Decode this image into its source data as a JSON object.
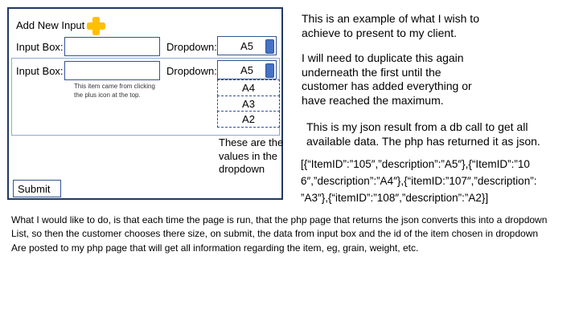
{
  "colors": {
    "outer_border": "#203864",
    "inner_border": "#8FA8CE",
    "control_border": "#2F5496",
    "plus_icon": "#FFC000",
    "dropdown_thumb": "#4472C4",
    "text": "#000000"
  },
  "builder": {
    "title": "Add New Input",
    "rows": [
      {
        "input_label": "Input Box:",
        "input_value": "",
        "dropdown_label": "Dropdown:",
        "selected": "A5"
      },
      {
        "input_label": "Input Box:",
        "input_value": "",
        "dropdown_label": "Dropdown:",
        "selected": "A5"
      }
    ],
    "row2_note": [
      "This item came from clicking",
      "the plus icon at the top."
    ],
    "dropdown_options": [
      "A4",
      "A3",
      "A2"
    ],
    "options_note": [
      "These are the",
      "values in the",
      "dropdown"
    ],
    "submit_label": "Submit"
  },
  "notes": {
    "para1": [
      "This is an example of what I wish to",
      "achieve to present to my client."
    ],
    "para2": [
      "I will need to duplicate this again",
      "underneath the first until the",
      "customer has added everything or",
      "have reached the maximum."
    ],
    "para3": [
      "This is my json result from a db call to get all",
      "available data. The php has returned it as json."
    ],
    "json_lines": [
      "[{“ItemID”:”105″,”description”:”A5″},{“ItemID”:”10",
      "6″,”description”:”A4″},{“itemID:”107″,”description”:",
      "”A3″},{“itemID”:”108″,”description”:”A2}]"
    ],
    "footer": [
      "What I would like to do, is that each time the page is run, that the php page that returns the json converts this into a dropdown",
      "List, so then the customer chooses there size, on submit, the data from input box and the id of the item chosen in dropdown",
      "Are posted to my php page that will get all information regarding the item, eg, grain, weight, etc."
    ]
  }
}
